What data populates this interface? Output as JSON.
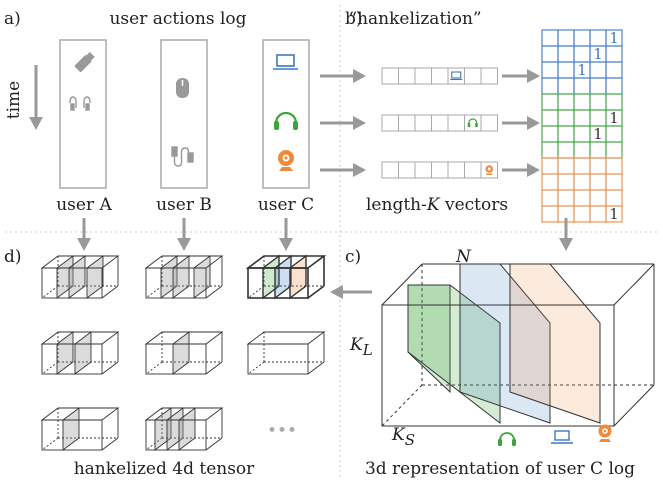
{
  "panel_labels": {
    "a": "a)",
    "b": "b)",
    "c": "c)",
    "d": "d)"
  },
  "section_a": {
    "title": "user actions log",
    "time_label": "time",
    "users": [
      "user A",
      "user B",
      "user C"
    ]
  },
  "section_b": {
    "title": "“hankelization”",
    "caption_prefix": "length-",
    "caption_var": "K",
    "caption_suffix": " vectors",
    "matrix_values": [
      "1",
      "1",
      "1",
      "1",
      "1",
      "1"
    ]
  },
  "section_c": {
    "dim_top": "N",
    "dim_left_var": "K",
    "dim_left_sub": "L",
    "dim_bottom_var": "K",
    "dim_bottom_sub": "S",
    "caption": "3d representation of user C log"
  },
  "section_d": {
    "caption": "hankelized 4d tensor",
    "ellipsis": "•••"
  },
  "colors": {
    "blue": "#3b78c4",
    "green": "#3aa63a",
    "orange": "#ee8a3c",
    "gray": "#999999"
  },
  "icons": [
    "usb-drive-icon",
    "earphones-icon",
    "mouse-icon",
    "usb-cable-icon",
    "laptop-icon",
    "headphones-icon",
    "webcam-icon"
  ]
}
